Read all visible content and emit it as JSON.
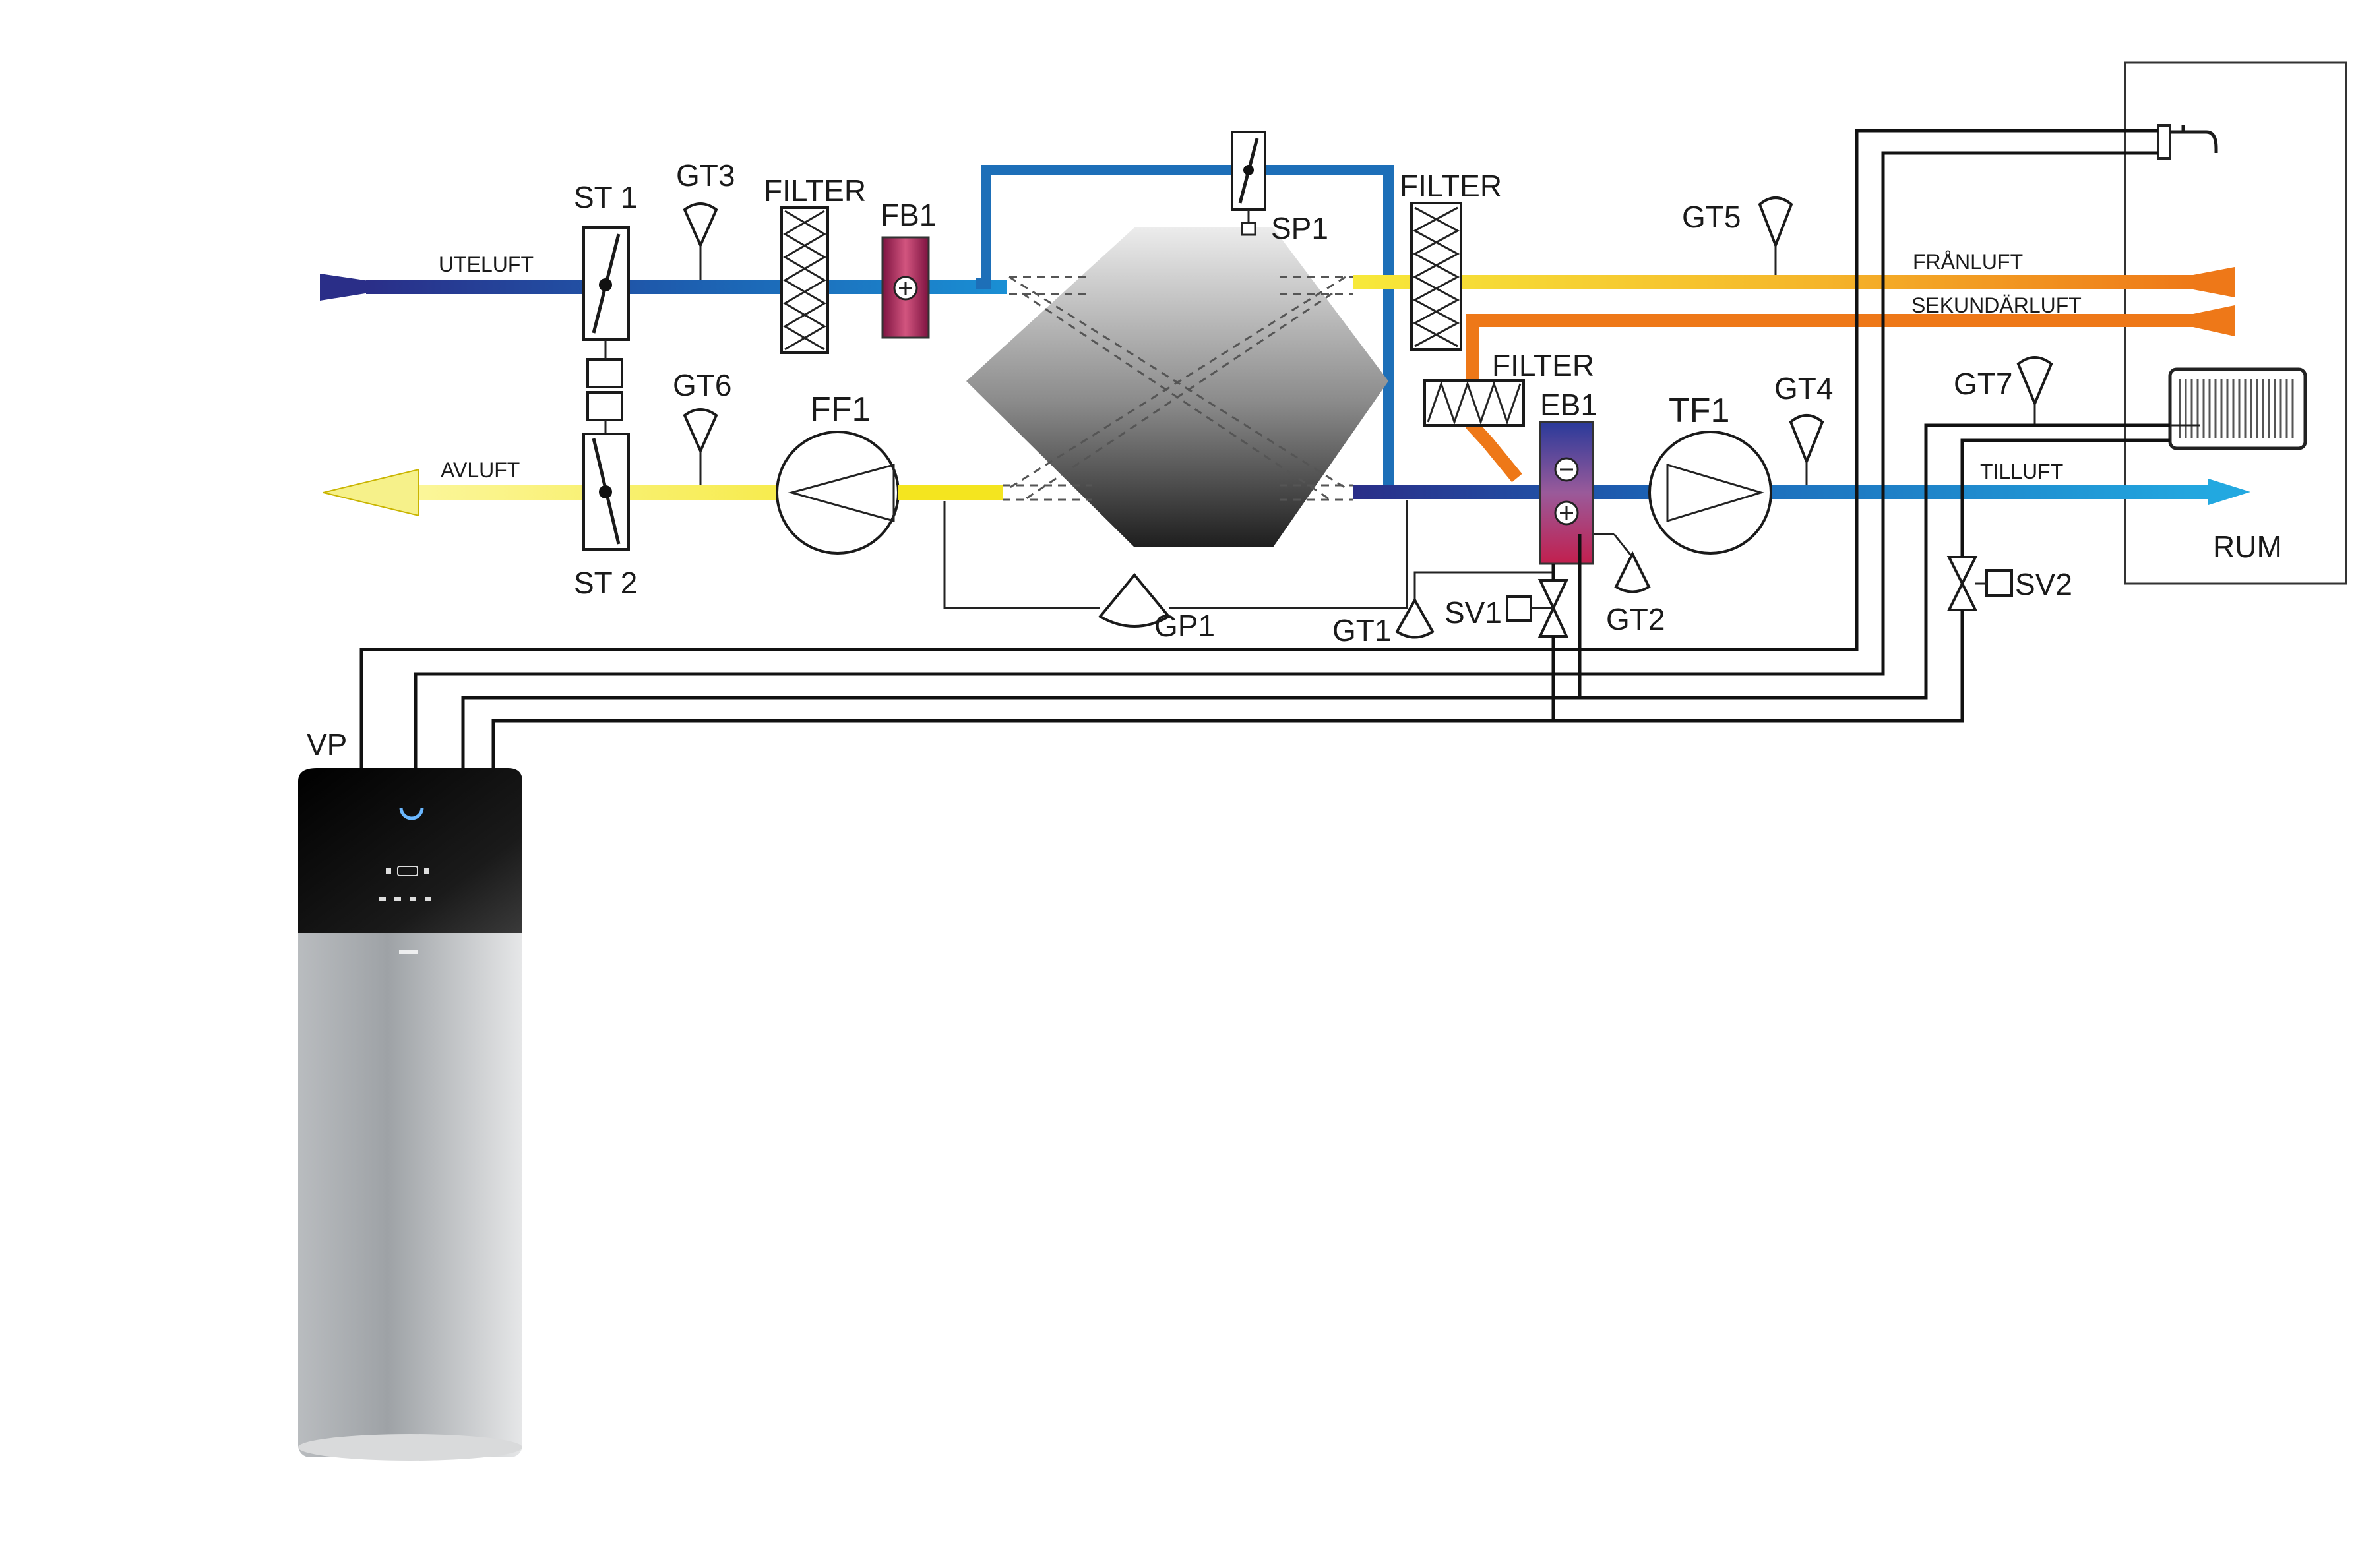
{
  "flows": {
    "uteluft": "UTELUFT",
    "avluft": "AVLUFT",
    "franluft": "FRÅNLUFT",
    "sekundarluft": "SEKUNDÄRLUFT",
    "tilluft": "TILLUFT"
  },
  "components": {
    "st1": "ST 1",
    "st2": "ST 2",
    "gt1": "GT1",
    "gt2": "GT2",
    "gt3": "GT3",
    "gt4": "GT4",
    "gt5": "GT5",
    "gt6": "GT6",
    "gt7": "GT7",
    "gp1": "GP1",
    "filter1": "FILTER",
    "filter2": "FILTER",
    "filter3": "FILTER",
    "fb1": "FB1",
    "sp1": "SP1",
    "ff1": "FF1",
    "tf1": "TF1",
    "eb1": "EB1",
    "sv1": "SV1",
    "sv2": "SV2",
    "vp": "VP",
    "rum": "RUM"
  },
  "colors": {
    "outdoor_blue_dark": "#2a2e88",
    "outdoor_blue": "#1d6fb8",
    "supply_blue": "#1ea2dc",
    "exhaust_yellow": "#f6ea3a",
    "return_orange": "#ef7d1a",
    "heater_red": "#b0194f"
  }
}
